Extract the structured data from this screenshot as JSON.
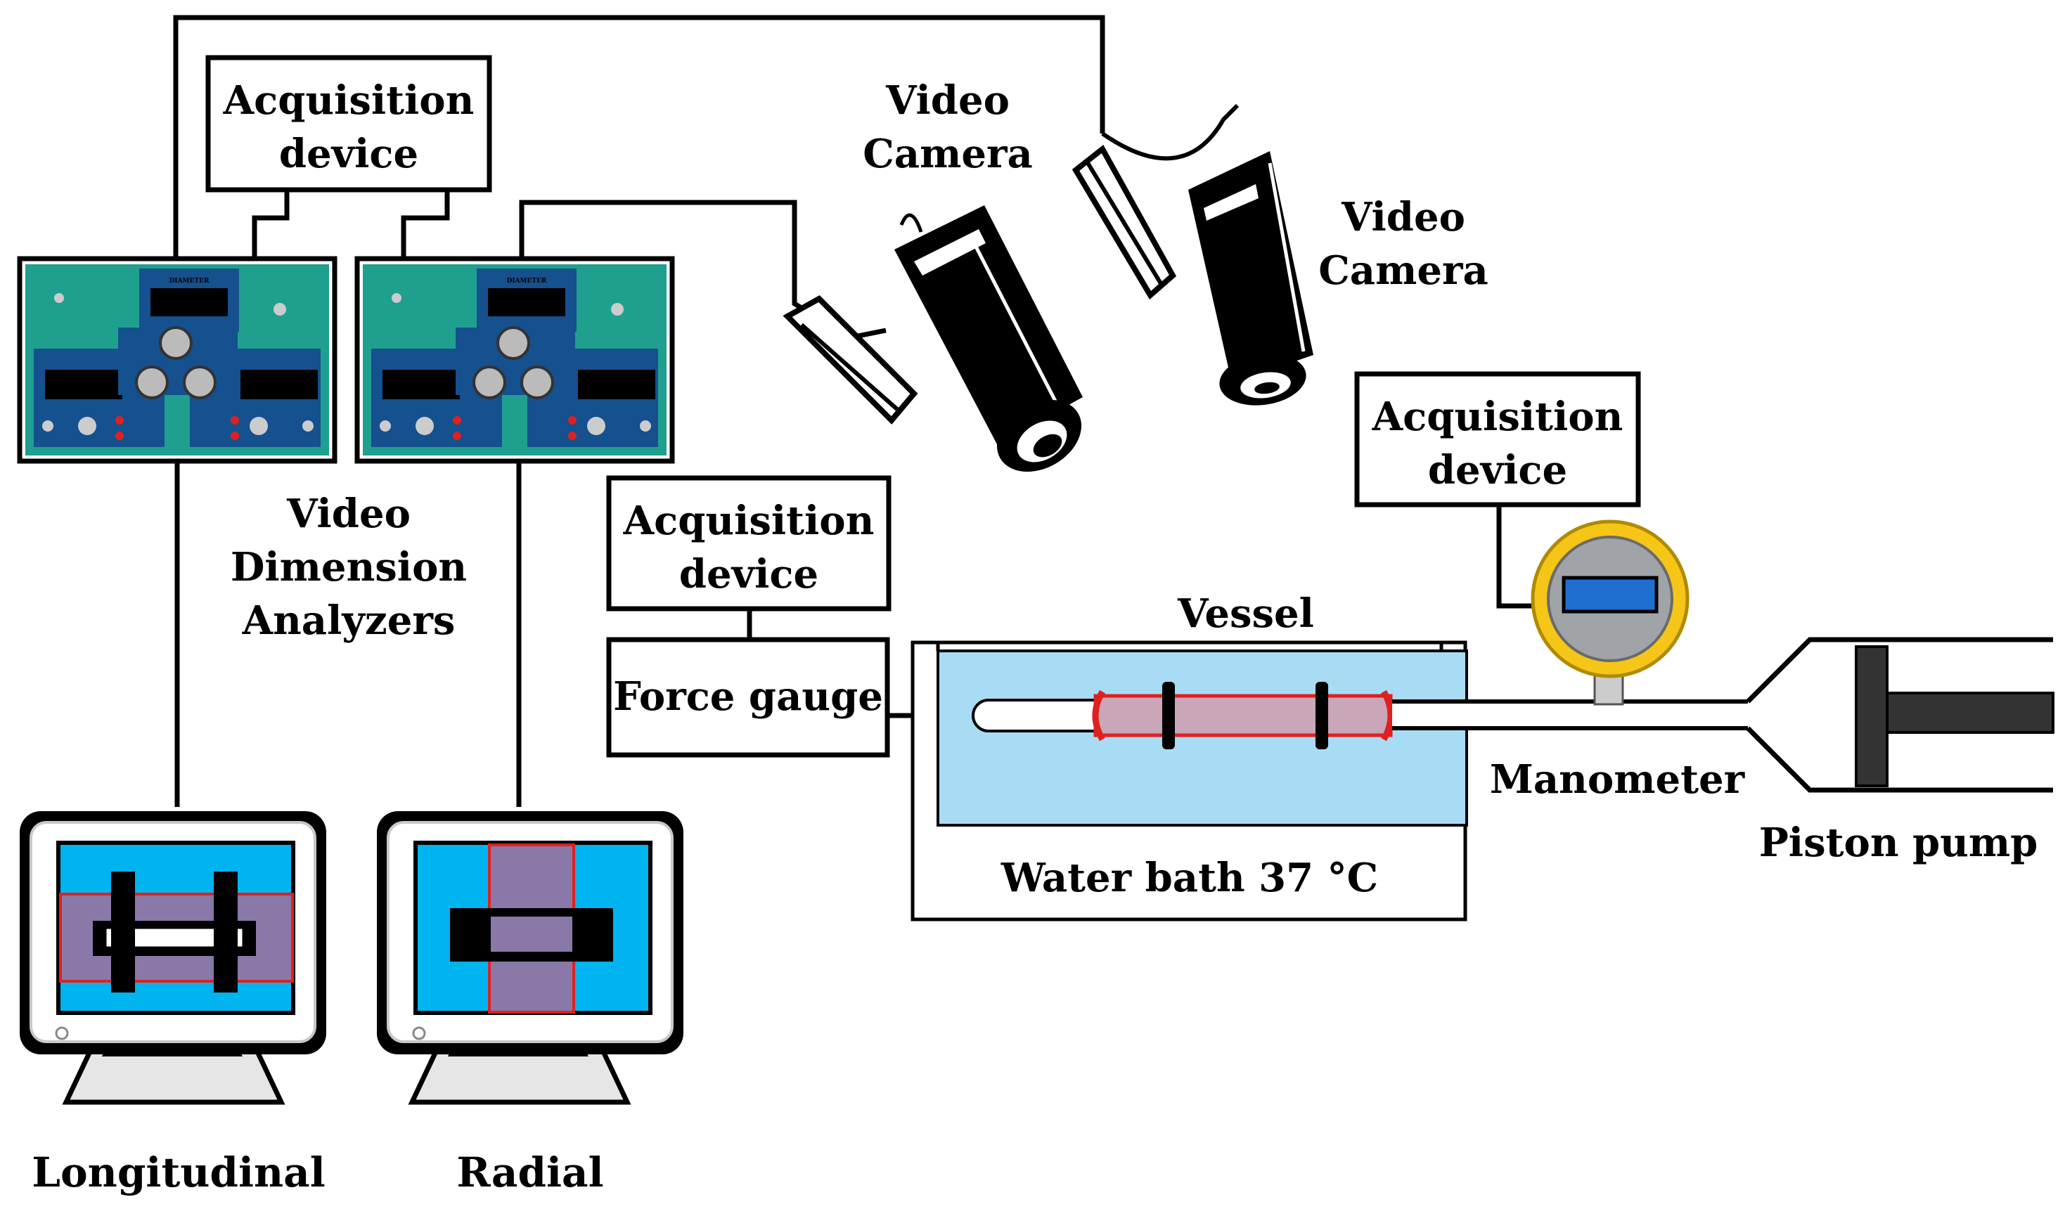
{
  "labels": {
    "acq1_line1": "Acquisition",
    "acq1_line2": "device",
    "acq2_line1": "Acquisition",
    "acq2_line2": "device",
    "acq3_line1": "Acquisition",
    "acq3_line2": "device",
    "cam1_line1": "Video",
    "cam1_line2": "Camera",
    "cam2_line1": "Video",
    "cam2_line2": "Camera",
    "vda_line1": "Video",
    "vda_line2": "Dimension",
    "vda_line3": "Analyzers",
    "force_gauge": "Force gauge",
    "vessel": "Vessel",
    "water_bath": "Water bath 37 °C",
    "manometer": "Manometer",
    "piston_pump": "Piston pump",
    "monitor_left": "Longitudinal",
    "monitor_right": "Radial"
  },
  "colors": {
    "analyzer_panel": "#1fa08f",
    "analyzer_inner": "#15508f",
    "bath_water": "#a8dcf4",
    "vessel_fill": "#c9a6b8",
    "vessel_edge": "#e02020",
    "screen_bg": "#00b4f0",
    "screen_overlay": "#8a78a8",
    "manometer_ring": "#f5c518",
    "manometer_window": "#1e6fd0"
  },
  "icons": {
    "camera": "video-camera-icon",
    "monitor": "crt-monitor-icon",
    "analyzer": "analyzer-panel-icon",
    "manometer": "pressure-gauge-icon",
    "pump": "piston-pump-icon"
  }
}
